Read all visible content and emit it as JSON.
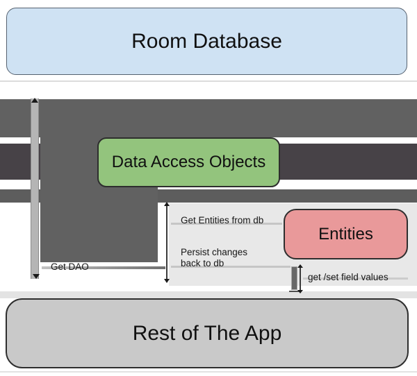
{
  "diagram": {
    "nodes": {
      "room_database": {
        "label": "Room Database",
        "fill": "#cfe2f3"
      },
      "data_access_objects": {
        "label": "Data Access Objects",
        "fill": "#93c47d"
      },
      "entities": {
        "label": "Entities",
        "fill": "#e9999a"
      },
      "rest_of_the_app": {
        "label": "Rest of The App",
        "fill": "#c9c9c9"
      }
    },
    "edge_labels": {
      "get_dao": "Get DAO",
      "get_entities_from_db": "Get Entities from db",
      "persist_changes_line1": "Persist changes",
      "persist_changes_line2": "back to db",
      "get_set_field_values": "get /set field values"
    },
    "colors": {
      "band_dark": "#616161",
      "band_darker": "#474247",
      "band_lower": "#5d5d5d",
      "vertical_bar": "#b5b5b5",
      "panel_light": "#e8e8e8",
      "arrow_shaft": "#8f8f8f",
      "text": "#101010"
    }
  }
}
